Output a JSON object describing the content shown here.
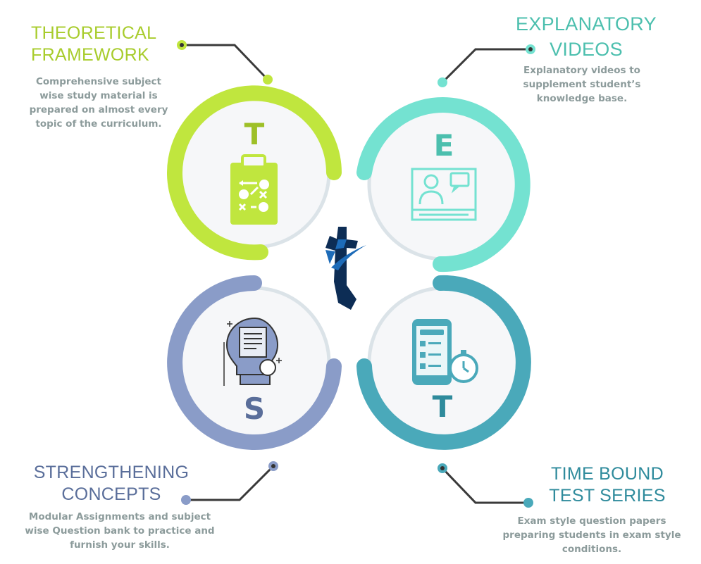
{
  "colors": {
    "green": "#c0e63e",
    "teal": "#74e2d1",
    "slate": "#8a9cc8",
    "ocean": "#4aa9ba",
    "text": "#8c9b9b",
    "logo_dark": "#0d2d55",
    "logo_blue": "#1d6bb8"
  },
  "sections": [
    {
      "letter": "T",
      "title_line1": "THEORETICAL",
      "title_line2": "FRAMEWORK",
      "description": [
        "Comprehensive subject",
        "wise study material is",
        "prepared on almost every",
        "topic of the curriculum."
      ],
      "icon": "clipboard-strategy-icon"
    },
    {
      "letter": "E",
      "title_line1": "EXPLANATORY",
      "title_line2": "VIDEOS",
      "description": [
        "Explanatory videos to",
        "supplement student’s",
        "knowledge base."
      ],
      "icon": "video-lecture-icon"
    },
    {
      "letter": "S",
      "title_line1": "STRENGTHENING",
      "title_line2": "CONCEPTS",
      "description": [
        "Modular Assignments and subject",
        "wise Question bank to practice and",
        "furnish your skills."
      ],
      "icon": "lightbulb-document-icon"
    },
    {
      "letter": "T",
      "title_line1": "TIME BOUND",
      "title_line2": "TEST SERIES",
      "description": [
        "Exam style question papers",
        "preparing students in exam style",
        "conditions."
      ],
      "icon": "phone-stopwatch-icon"
    }
  ]
}
